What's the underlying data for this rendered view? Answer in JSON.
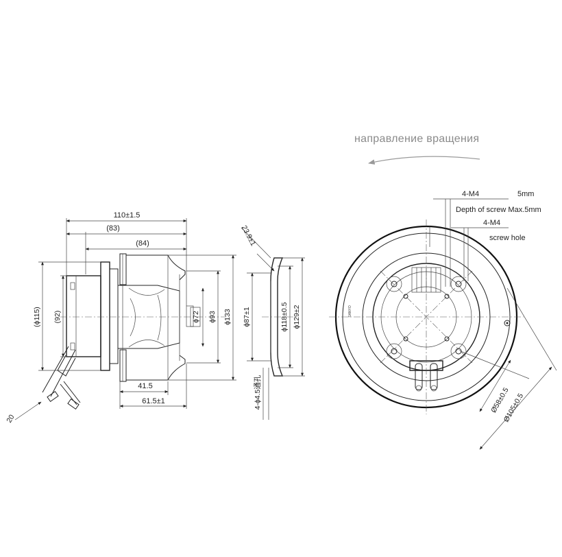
{
  "rotation_label": "направление вращения",
  "side_view": {
    "overall_length": "110±1.5",
    "length_83": "(83)",
    "length_84": "(84)",
    "dia_115": "(ϕ115)",
    "dia_92": "(92)",
    "dia_72": "ϕ72",
    "dia_93": "ϕ93",
    "dia_133": "ϕ133",
    "depth_41_5": "41.5",
    "depth_61_5": "61.5±1",
    "cable_20": "20"
  },
  "ring_view": {
    "angle": "23.9±1",
    "dia_87": "ϕ87±1",
    "dia_118": "ϕ118±0.5",
    "dia_129": "ϕ129±2",
    "holes": "4-ϕ4.5通孔"
  },
  "front_view": {
    "thread1": "4-M4",
    "depth_5mm": "5mm",
    "depth_note": "Depth of screw Max.5mm",
    "thread2": "4-M4",
    "screw_hole": "screw hole",
    "dia_58": "Ø58±0.5",
    "dia_105": "Ø105±0.5",
    "label_stamp": "SANYO"
  }
}
